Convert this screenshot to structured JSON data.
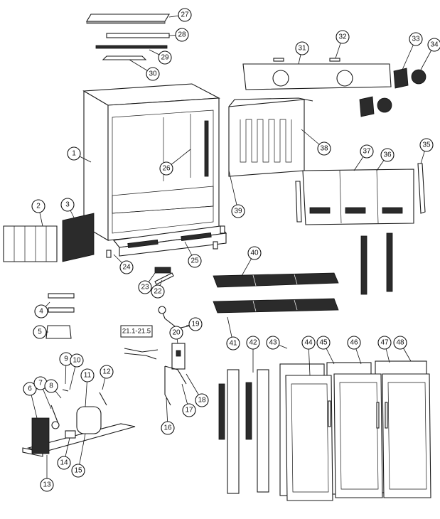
{
  "callouts": [
    "1",
    "2",
    "3",
    "4",
    "5",
    "6",
    "7",
    "8",
    "9",
    "10",
    "11",
    "12",
    "13",
    "14",
    "15",
    "16",
    "17",
    "18",
    "19",
    "20",
    "22",
    "23",
    "24",
    "25",
    "26",
    "27",
    "28",
    "29",
    "30",
    "31",
    "32",
    "33",
    "34",
    "35",
    "36",
    "37",
    "38",
    "39",
    "40",
    "41",
    "42",
    "43",
    "44",
    "45",
    "46",
    "47",
    "48"
  ],
  "wiring_label": "21.1-21.5"
}
